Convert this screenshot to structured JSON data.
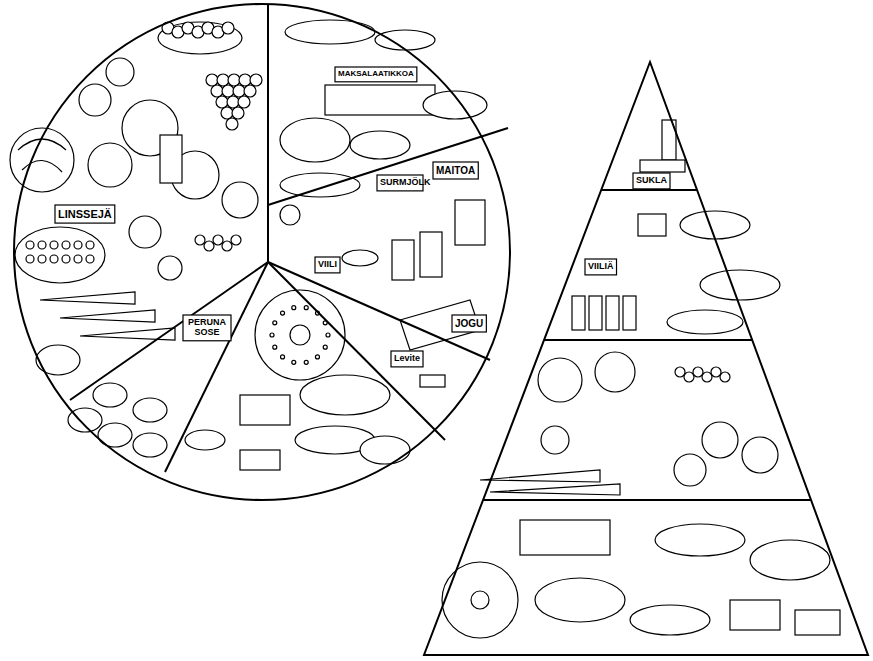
{
  "diagram": {
    "labels": [
      "LINSSEJÄ",
      "MAKSALAATIKKOA",
      "SURMJÖLK",
      "MAITOA",
      "JOGU",
      "VIILI",
      "PERUNA SOSE",
      "Levite",
      "SUKLA",
      "VIILIÄ"
    ]
  }
}
